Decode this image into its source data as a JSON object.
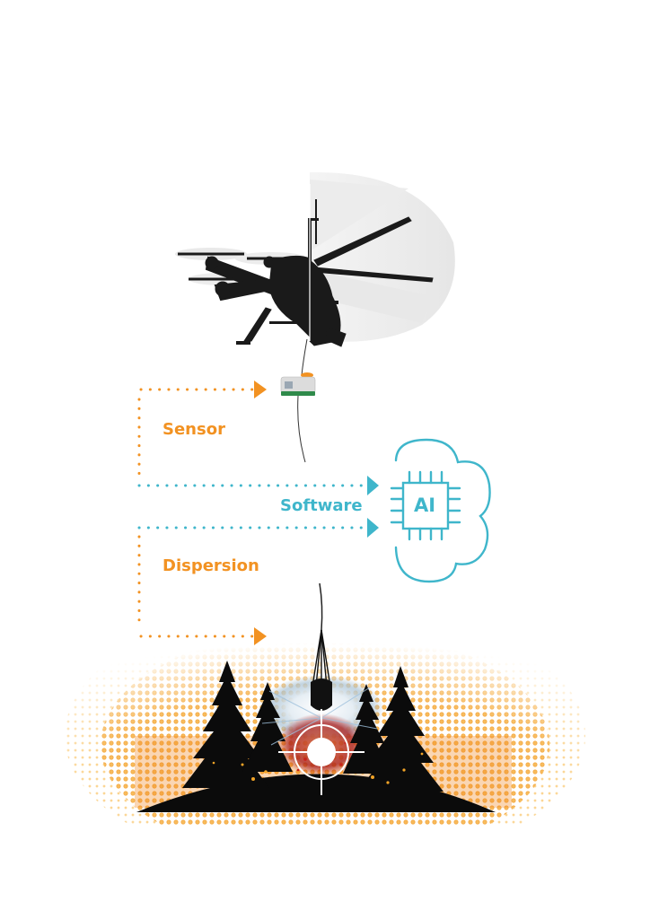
{
  "diagram": {
    "colors": {
      "sensor": "#f29222",
      "software": "#3fb6cb",
      "dispersion": "#f29222",
      "silhouette": "#111111",
      "fire_orange": "#f4a11e",
      "fire_red": "#e0601c"
    },
    "nodes": {
      "drone": {
        "icon": "drone-icon",
        "label": ""
      },
      "sensor_device": {
        "icon": "sensor-device-icon"
      },
      "cloud_ai": {
        "icon": "cloud-ai-chip-icon",
        "chip_label": "AI"
      },
      "payload": {
        "icon": "dispersion-payload-icon"
      },
      "forest_fire": {
        "icon": "forest-fire-icon"
      },
      "target": {
        "icon": "crosshair-target-icon"
      }
    },
    "flows": [
      {
        "id": "sensor",
        "label": "Sensor",
        "from": "cloud_ai",
        "to": "sensor_device"
      },
      {
        "id": "software",
        "label": "Software",
        "from": "drone_system",
        "to": "cloud_ai"
      },
      {
        "id": "dispersion",
        "label": "Dispersion",
        "from": "cloud_ai",
        "to": "payload"
      }
    ]
  }
}
